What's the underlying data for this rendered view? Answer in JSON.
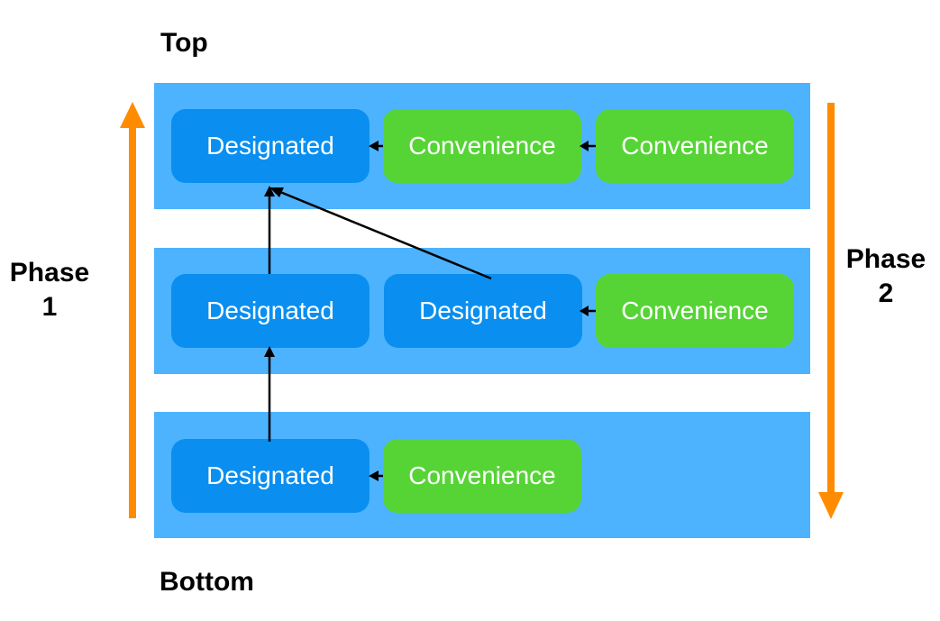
{
  "labels": {
    "top": "Top",
    "bottom": "Bottom"
  },
  "phases": {
    "phase1": {
      "line1": "Phase",
      "line2": "1"
    },
    "phase2": {
      "line1": "Phase",
      "line2": "2"
    }
  },
  "rows": [
    {
      "nodes": [
        {
          "text": "Designated",
          "kind": "designated"
        },
        {
          "text": "Convenience",
          "kind": "convenience"
        },
        {
          "text": "Convenience",
          "kind": "convenience"
        }
      ]
    },
    {
      "nodes": [
        {
          "text": "Designated",
          "kind": "designated"
        },
        {
          "text": "Designated",
          "kind": "designated"
        },
        {
          "text": "Convenience",
          "kind": "convenience"
        }
      ]
    },
    {
      "nodes": [
        {
          "text": "Designated",
          "kind": "designated"
        },
        {
          "text": "Convenience",
          "kind": "convenience"
        }
      ]
    }
  ],
  "colors": {
    "band": "#4db3ff",
    "designated": "#0a8ff0",
    "convenience": "#56d436",
    "phase_arrow": "#ff8c00",
    "connector": "#000000"
  }
}
